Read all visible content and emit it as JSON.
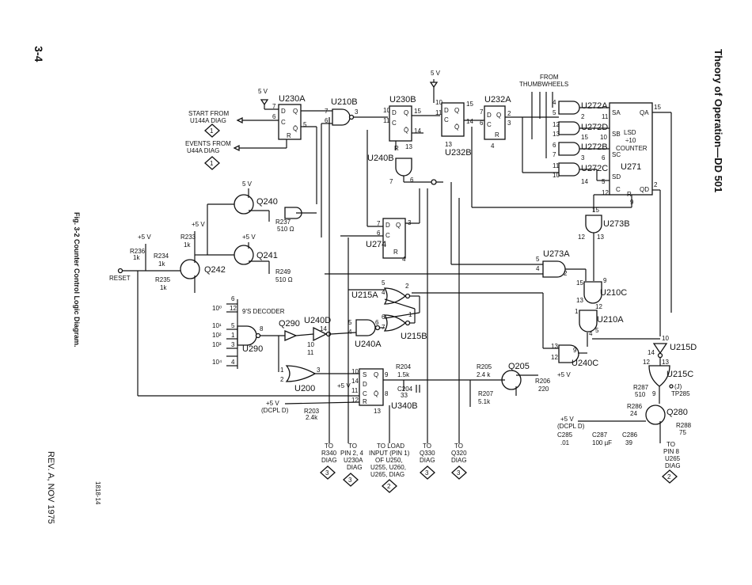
{
  "page": {
    "number": "3-4",
    "header": "Theory of Operation—DD 501",
    "fig_caption": "Fig. 3-2 Counter Control Logic Diagram.",
    "fig_code": "1818-14",
    "revision": "REV. A, NOV 1975"
  },
  "parts": {
    "u230a": "U230A",
    "u210b": "U210B",
    "u230b": "U230B",
    "u232a": "U232A",
    "u232b": "U232B",
    "u240b": "U240B",
    "u274": "U274",
    "u272a": "U272A",
    "u272d": "U272D",
    "u272b": "U272B",
    "u272c": "U272C",
    "u271": "U271",
    "u273b": "U273B",
    "u273a": "U273A",
    "u215a": "U215A",
    "u215b": "U215B",
    "u240a": "U240A",
    "u240d": "U240D",
    "u290": "U290",
    "u200": "U200",
    "u340b": "U340B",
    "u210c": "U210C",
    "u210a": "U210A",
    "u240c": "U240C",
    "u215d": "U215D",
    "u215c": "U215C",
    "q240": "Q240",
    "q241": "Q241",
    "q242": "Q242",
    "q290": "Q290",
    "q205": "Q205",
    "q280": "Q280"
  },
  "labels": {
    "start_from_1": "START FROM",
    "start_from_2": "U144A DIAG",
    "events_from_1": "EVENTS FROM",
    "events_from_2": "U44A DIAG",
    "from_thumb_1": "FROM",
    "from_thumb_2": "THUMBWHEELS",
    "lsd": "LSD",
    "div10": "÷10",
    "counter": "COUNTER",
    "nines_decoder": "9'S DECODER",
    "reset": "RESET",
    "plus5v": "+5 V",
    "plus5v_b": "5 V",
    "dcpl": "(DCPL D)",
    "tp285": "TP285",
    "tp285_j": "(J)"
  },
  "counter_pins": {
    "sa": "SA",
    "sb": "SB",
    "sc": "SC",
    "sd": "SD",
    "qa": "QA",
    "qd": "QD",
    "c": "C",
    "r": "R"
  },
  "components": {
    "r236": "R236",
    "r236v": "1k",
    "r234": "R234",
    "r234v": "1k",
    "r235": "R235",
    "r235v": "1k",
    "r233": "R233",
    "r233v": "1k",
    "r237": "R237",
    "r237v": "510 Ω",
    "r249": "R249",
    "r249v": "510 Ω",
    "r204": "R204",
    "r204v": "1.5k",
    "c204": "C204",
    "c204v": "33",
    "r205": "R205",
    "r205v": "2.4 k",
    "r206": "R206",
    "r206v": "220",
    "r207": "R207",
    "r207v": "5.1k",
    "r203": "R203",
    "r203v": "2.4k",
    "r287": "R287",
    "r287v": "510",
    "r286": "R286",
    "r286v": "24",
    "r288": "R288",
    "r288v": "75",
    "c285": "C285",
    "c285v": ".01",
    "c287": "C287",
    "c287v": "100 µF",
    "c286": "C286",
    "c286v": "39"
  },
  "destinations": [
    {
      "l1": "TO",
      "l2": "R340",
      "l3": "DIAG",
      "l4": "",
      "l5": "",
      "ref": "3"
    },
    {
      "l1": "TO",
      "l2": "PIN 2, 4",
      "l3": "U230A",
      "l4": "DIAG",
      "l5": "",
      "ref": "3"
    },
    {
      "l1": "TO LOAD",
      "l2": "INPUT (PIN 1)",
      "l3": "OF U250,",
      "l4": "U255, U260,",
      "l5": "U265, DIAG",
      "ref": "2"
    },
    {
      "l1": "TO",
      "l2": "Q330",
      "l3": "DIAG",
      "l4": "",
      "l5": "",
      "ref": "3"
    },
    {
      "l1": "TO",
      "l2": "Q320",
      "l3": "DIAG",
      "l4": "",
      "l5": "",
      "ref": "3"
    },
    {
      "l1": "TO",
      "l2": "PIN 8",
      "l3": "U265",
      "l4": "DIAG",
      "l5": "",
      "ref": "2"
    }
  ],
  "diag_refs": {
    "start": "1",
    "events": "1"
  }
}
